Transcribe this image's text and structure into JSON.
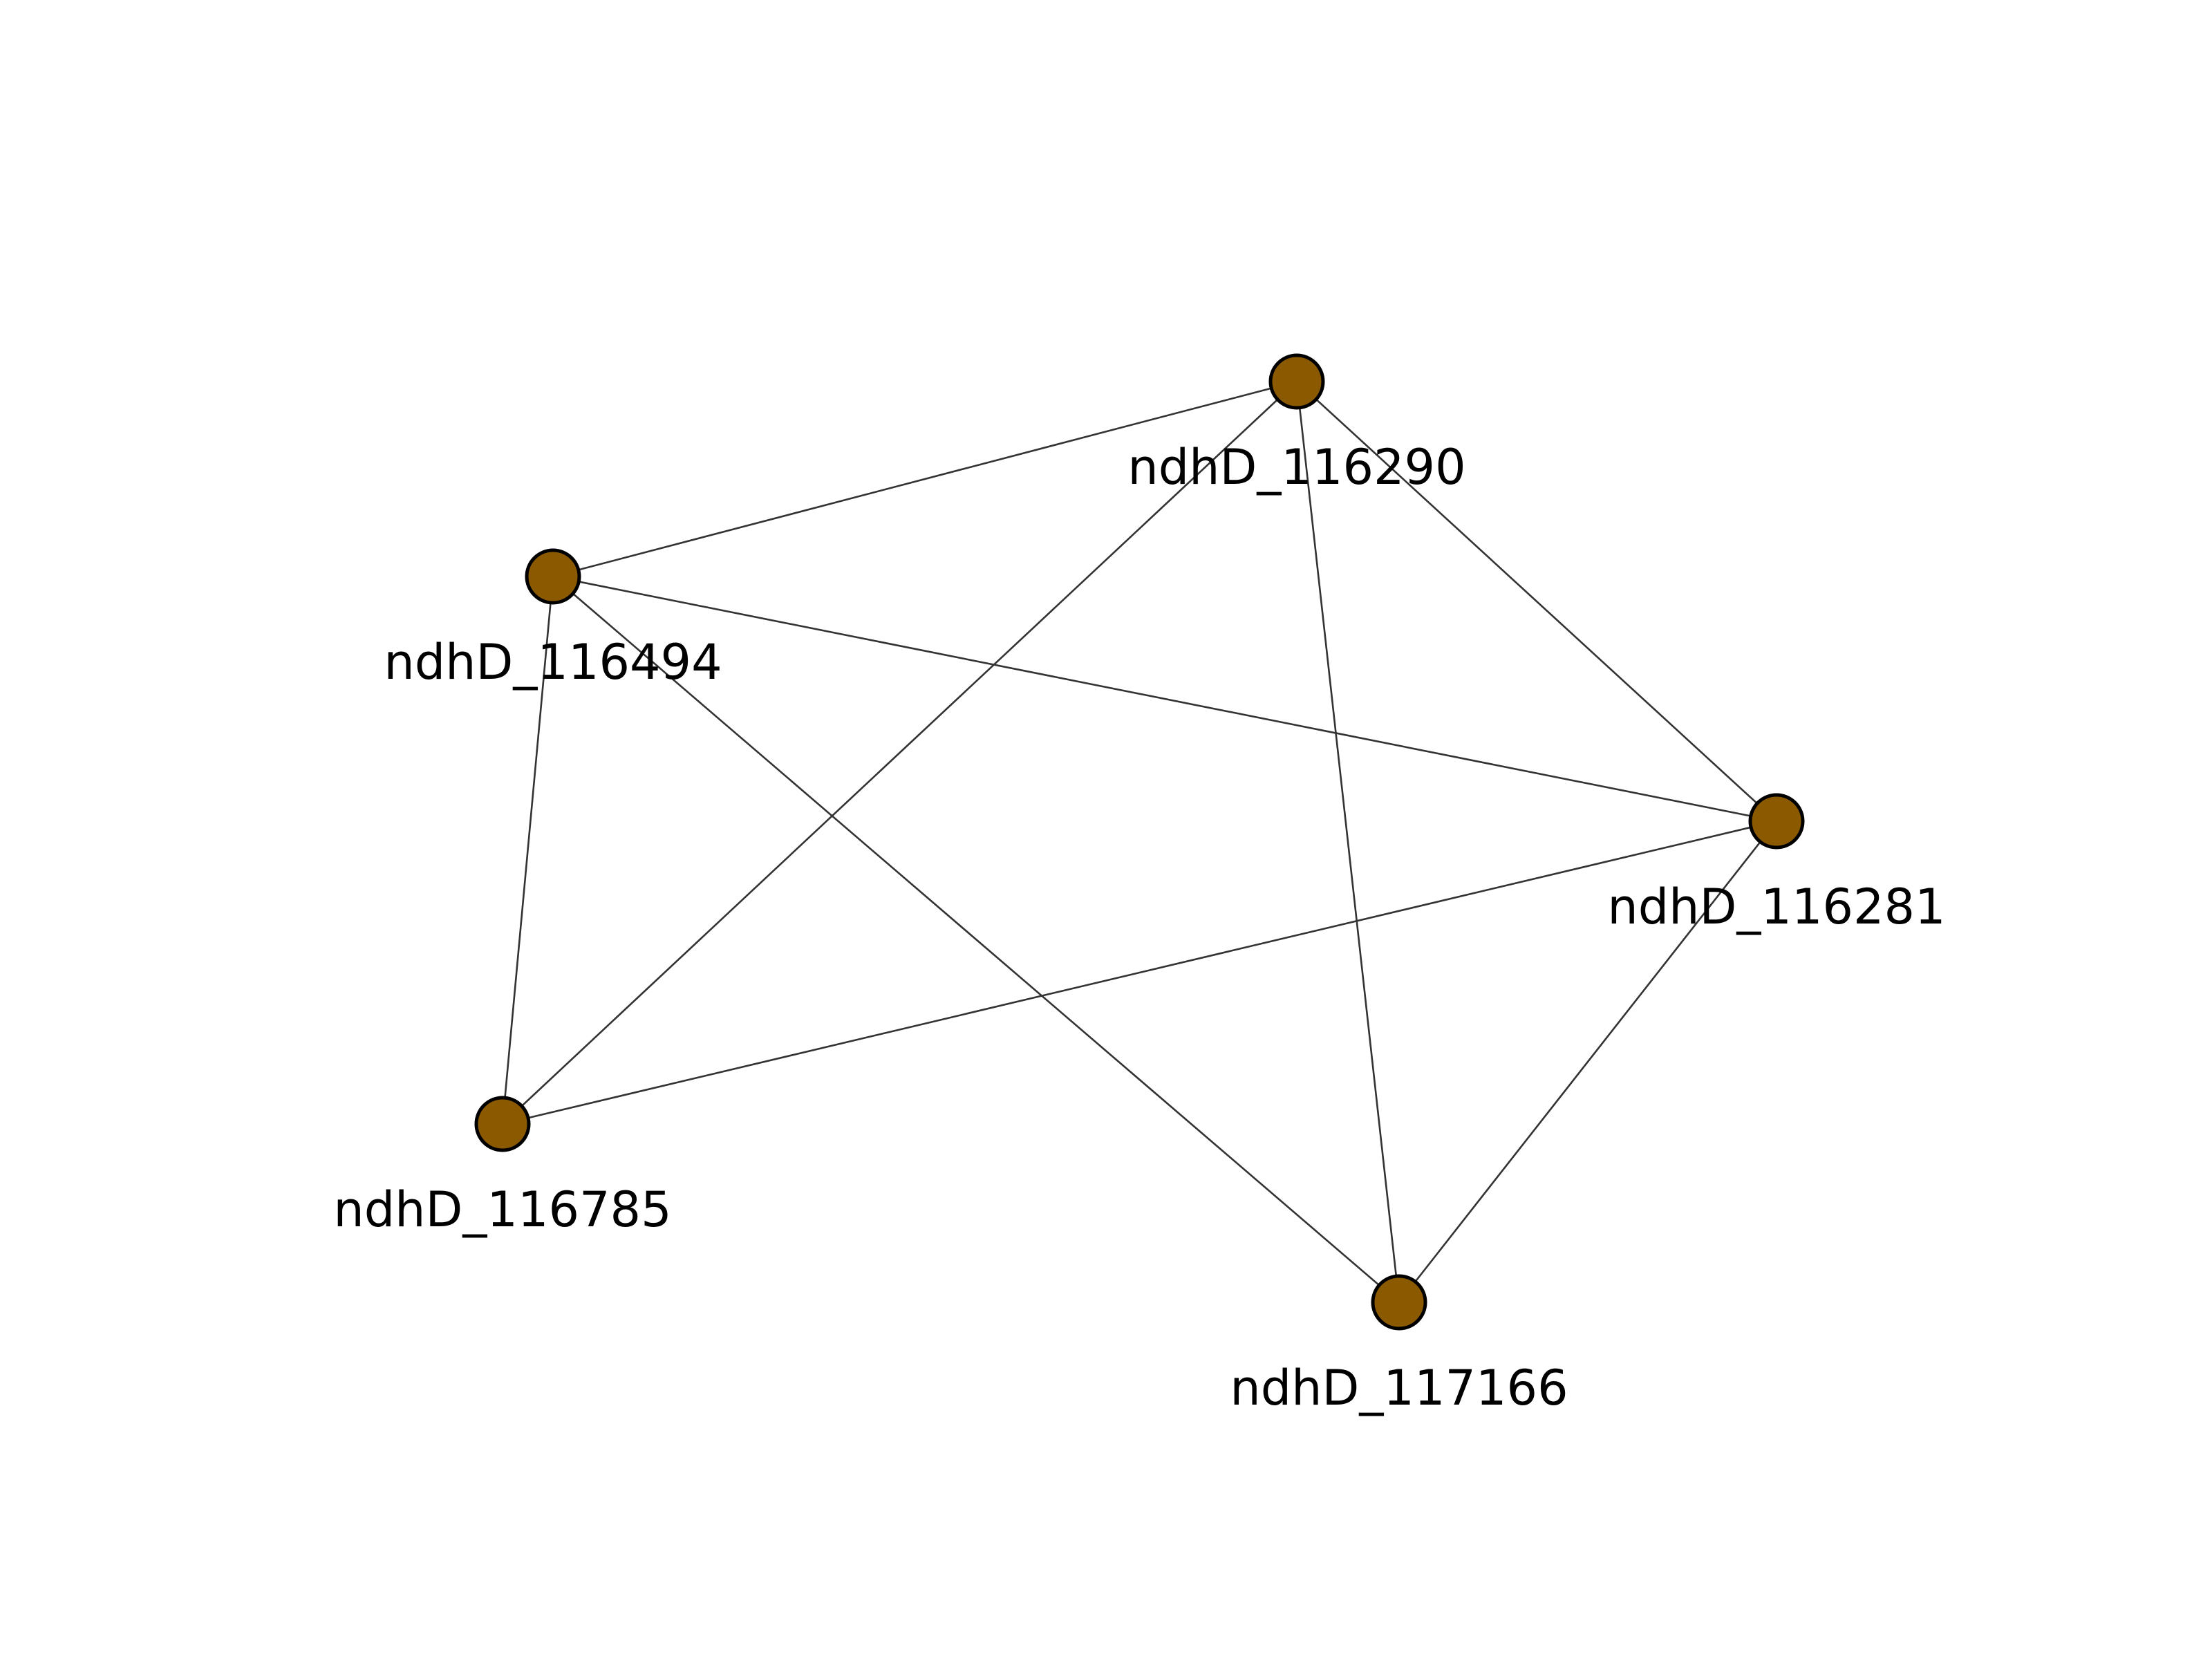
{
  "graph": {
    "node_color": "#8B5A00",
    "edge_color": "#333333",
    "nodes": [
      {
        "id": "ndhD_116290",
        "label": "ndhD_116290"
      },
      {
        "id": "ndhD_116494",
        "label": "ndhD_116494"
      },
      {
        "id": "ndhD_116281",
        "label": "ndhD_116281"
      },
      {
        "id": "ndhD_116785",
        "label": "ndhD_116785"
      },
      {
        "id": "ndhD_117166",
        "label": "ndhD_117166"
      }
    ],
    "edges": [
      [
        "ndhD_116290",
        "ndhD_116494"
      ],
      [
        "ndhD_116290",
        "ndhD_116785"
      ],
      [
        "ndhD_116290",
        "ndhD_117166"
      ],
      [
        "ndhD_116290",
        "ndhD_116281"
      ],
      [
        "ndhD_116494",
        "ndhD_116281"
      ],
      [
        "ndhD_116494",
        "ndhD_117166"
      ],
      [
        "ndhD_116494",
        "ndhD_116785"
      ],
      [
        "ndhD_116281",
        "ndhD_116785"
      ],
      [
        "ndhD_116281",
        "ndhD_117166"
      ]
    ]
  }
}
